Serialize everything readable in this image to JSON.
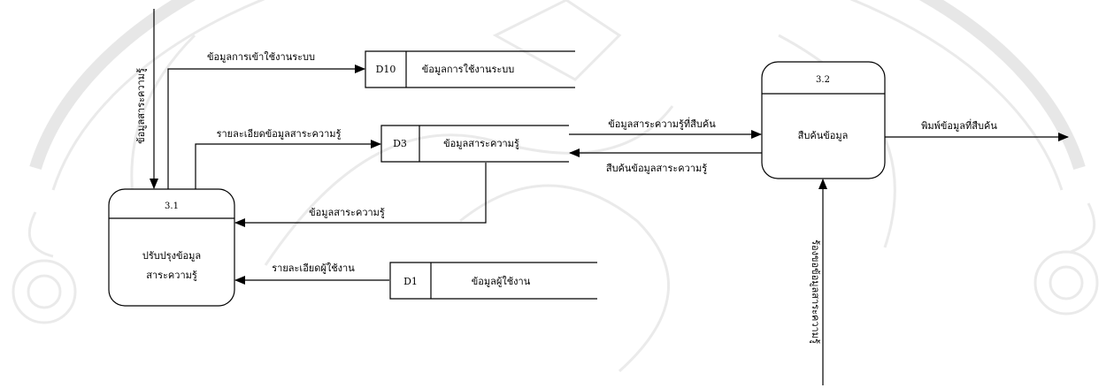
{
  "processes": {
    "p31": {
      "id": "3.1",
      "name_line1": "ปรับปรุงข้อมูล",
      "name_line2": "สาระความรู้"
    },
    "p32": {
      "id": "3.2",
      "name": "สืบค้นข้อมูล"
    }
  },
  "data_stores": {
    "d10": {
      "id": "D10",
      "name": "ข้อมูลการใช้งานระบบ"
    },
    "d3": {
      "id": "D3",
      "name": "ข้อมูลสาระความรู้"
    },
    "d1": {
      "id": "D1",
      "name": "ข้อมูลผู้ใช้งาน"
    }
  },
  "flows": {
    "in_knowledge": "ข้อมูลสาระความรู้",
    "to_d10": "ข้อมูลการเข้าใช้งานระบบ",
    "to_d3": "รายละเอียดข้อมูลสาระความรู้",
    "from_d3": "ข้อมูลสาระความรู้",
    "from_d1": "รายละเอียดผู้ใช้งาน",
    "d3_to_p32": "ข้อมูลสาระความรู้ที่สืบค้น",
    "p32_to_d3": "สืบค้นข้อมูลสาระความรู้",
    "p32_out": "พิมพ์ข้อมูลที่สืบค้น",
    "request_in": "ร้องขอข้อมูลสาระความรู้"
  }
}
